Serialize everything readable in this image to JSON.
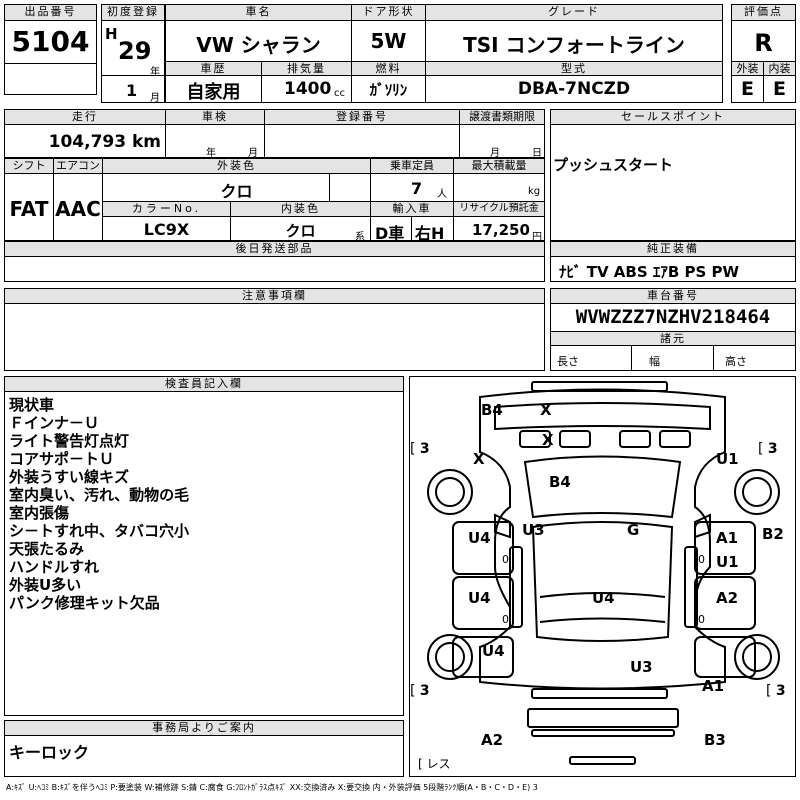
{
  "header": {
    "lot_label": "出品番号",
    "lot": "5104",
    "first_reg_label": "初度登録",
    "era": "H",
    "year": "29",
    "year_unit": "年",
    "month": "1",
    "month_unit": "月",
    "name_label": "車名",
    "name": "VW シャラン",
    "door_label": "ドア形状",
    "door": "5W",
    "grade_label": "グレード",
    "grade": "TSI コンフォートライン",
    "score_label": "評価点",
    "score": "R",
    "history_label": "車歴",
    "history": "自家用",
    "disp_label": "排気量",
    "disp": "1400",
    "disp_unit": "cc",
    "fuel_label": "燃料",
    "fuel": "ｶﾞｿﾘﾝ",
    "model_label": "型式",
    "model": "DBA-7NCZD",
    "ext_label": "外装",
    "ext": "E",
    "int_label": "内装",
    "int": "E"
  },
  "row2": {
    "mileage_label": "走行",
    "mileage": "104,793 km",
    "inspect_label": "車検",
    "inspect_year": "年",
    "inspect_month": "月",
    "plate_label": "登録番号",
    "transfer_label": "譲渡書類期限",
    "transfer_month": "月",
    "transfer_day": "日",
    "sales_label": "セールスポイント",
    "sales_text": "プッシュスタート"
  },
  "row3": {
    "shift_label": "シフト",
    "shift": "FAT",
    "ac_label": "エアコン",
    "ac": "AAC",
    "color_label": "外装色",
    "color": "クロ",
    "capacity_label": "乗車定員",
    "capacity": "7",
    "capacity_unit": "人",
    "load_label": "最大積載量",
    "load_unit": "kg",
    "colorno_label": "カラーNo.",
    "colorno": "LC9X",
    "intcolor_label": "内装色",
    "intcolor": "クロ",
    "intcolor_unit": "系",
    "import_label": "輸入車",
    "import_d": "D車",
    "import_h": "右H",
    "recycle_label": "リサイクル預託金",
    "recycle": "17,250",
    "recycle_unit": "円"
  },
  "later_label": "後日発送部品",
  "equip_label": "純正装備",
  "equip": "ﾅﾋﾞ TV ABS ｴｱB PS PW",
  "notes_label": "注意事項欄",
  "vin_label": "車台番号",
  "vin": "WVWZZZ7NZHV218464",
  "dims_label": "諸元",
  "len_label": "長さ",
  "wid_label": "幅",
  "hgt_label": "高さ",
  "inspector": {
    "label": "検査員記入欄",
    "lines": [
      "現状車",
      "Ｆインナ－Ｕ",
      "ライト警告灯点灯",
      "コアサポ－トＵ",
      "外装うすい線キズ",
      "室内臭い、汚れ、動物の毛",
      "室内張傷",
      "シ－トすれ中、タバコ穴小",
      "天張たるみ",
      "ハンドルすれ",
      "外装U多い",
      "パンク修理キット欠品"
    ]
  },
  "office": {
    "label": "事務局よりご案内",
    "text": "キーロック"
  },
  "diagram": {
    "marks": [
      "B4",
      "X",
      "X",
      "X",
      "U1",
      "B4",
      "U3",
      "G",
      "U4",
      "A1",
      "B2",
      "U1",
      "U4",
      "A2",
      "U4",
      "U4",
      "U3",
      "A1",
      "A2",
      "B3"
    ],
    "tread": [
      "3",
      "3",
      "3",
      "3"
    ],
    "zeros": [
      "0",
      "0",
      "0",
      "0"
    ],
    "spare": "レス"
  },
  "legend": "A:ｷｽﾞ U:ﾍｺﾐ B:ｷｽﾞを伴うﾍｺﾐ P:要塗装 W:補修跡 S:錆 C:腐食 G:ﾌﾛﾝﾄｶﾞﾗｽ点ｷｽﾞ XX:交換済み X:要交換 内・外装評価 5段階ﾗﾝｸ順(A・B・C・D・E) 3"
}
